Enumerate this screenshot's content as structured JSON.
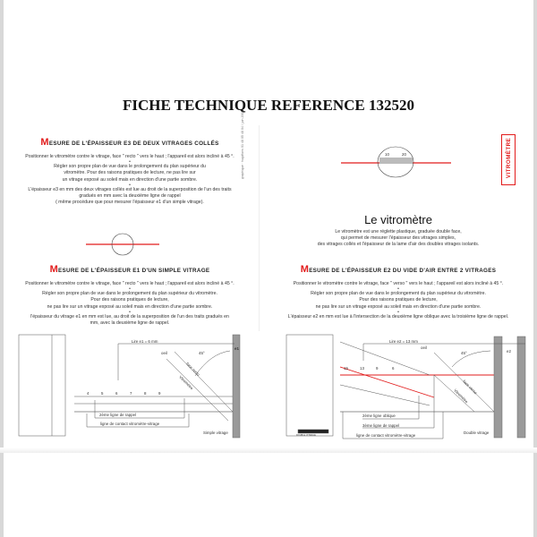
{
  "title": "FICHE TECHNIQUE REFERENCE 132520",
  "badge": "VITROMÈTRE",
  "credit": "graphique · hugdfuns 01 48 05 48 04 / juin 2002",
  "section_e3": {
    "cap": "M",
    "heading": "esure de l'épaisseur e3 de deux vitrages collés",
    "lines": [
      "Positionner le vitromètre contre le vitrage, face \" recto \" vers le haut ; l'appareil est alors incliné à 45 °.",
      "•",
      "Régler son propre plan de vue dans le prolongement du plan supérieur du",
      "vitromètre. Pour des raisons pratiques de lecture, ne pas lire sur",
      "un vitrage exposé au soleil mais en direction d'une partie sombre.",
      "•",
      "L'épaisseur e3 en mm des deux vitrages collés est lue au droit de la  superposition de l'un des traits",
      "gradués en mm avec la deuxième  ligne de rappel",
      "( même procédure que pour mesurer l'épaisseur e1 d'un simple vitrage)."
    ]
  },
  "section_e1": {
    "cap": "M",
    "heading": "esure de l'épaisseur e1 d'un simple vitrage",
    "lines": [
      "Positionner le vitromètre contre le vitrage, face \" recto \" vers le haut ; l'appareil est alors incliné à 45 °.",
      "•",
      "Régler son propre plan de vue dans le prolongement du plan supérieur du vitromètre.",
      "Pour des raisons pratiques de lecture,",
      "ne pas lire sur un vitrage exposé au soleil mais en direction d'une partie sombre.",
      "•",
      "l'épaisseur du vitrage e1 en mm est lue, au droit de la superposition de l'un des traits gradués en",
      "mm, avec la deuxième ligne de rappel."
    ]
  },
  "vitrometre": {
    "title": "Le vitromètre",
    "lines": [
      "Le vitromètre est une réglette plastique, graduée double face,",
      "qui permet de mesurer l'épaisseur des vitrages simples,",
      "des vitrages collés et l'épaisseur de la lame d'air des doubles vitrages isolants."
    ],
    "scale": [
      "10",
      "20"
    ]
  },
  "section_e2": {
    "cap": "M",
    "heading": "esure de l'épaisseur e2 du vide d'air entre 2 vitrages",
    "lines": [
      "Positionner le vitromètre contre le vitrage, face \" verso \" vers le haut ; l'appareil est alors incliné à 45 °.",
      "•",
      "Régler son propre plan de vue dans le prolongement du plan supérieur du vitromètre.",
      "Pour des raisons pratiques de lecture,",
      "ne pas lire sur un vitrage exposé au soleil mais en direction d'une partie sombre.",
      "•",
      "L'épaisseur e2 en mm est lue à l'intersection de la deuxième ligne oblique avec la troisième ligne de rappel."
    ]
  },
  "diagram_e1": {
    "read": "Lire e1 = 6 mm",
    "eye": "oeil",
    "angle": "45°",
    "face": "face recto",
    "device": "Vitromètre",
    "glass_label": "e1",
    "second_line": "2ème ligne de rappel",
    "contact": "ligne de contact vitromètre-vitrage",
    "glass": "Simple vitrage",
    "scale": [
      "4",
      "5",
      "6",
      "7",
      "8",
      "9"
    ]
  },
  "diagram_e2": {
    "read": "Lire e2 = 13 mm",
    "eye": "oeil",
    "angle": "45°",
    "face": "face verso",
    "device": "Vitromètre",
    "glass_label": "e2",
    "oblique": "2ème ligne oblique",
    "third_line": "3ème ligne de rappel",
    "contact": "ligne de contact vitromètre-vitrage",
    "glass": "Double vitrage",
    "scale": [
      "15",
      "13",
      "9",
      "6"
    ],
    "ruler_label": "DOUBLE VITRAGE"
  },
  "colors": {
    "accent": "#e21c1c",
    "glass": "#9a9a9a"
  }
}
